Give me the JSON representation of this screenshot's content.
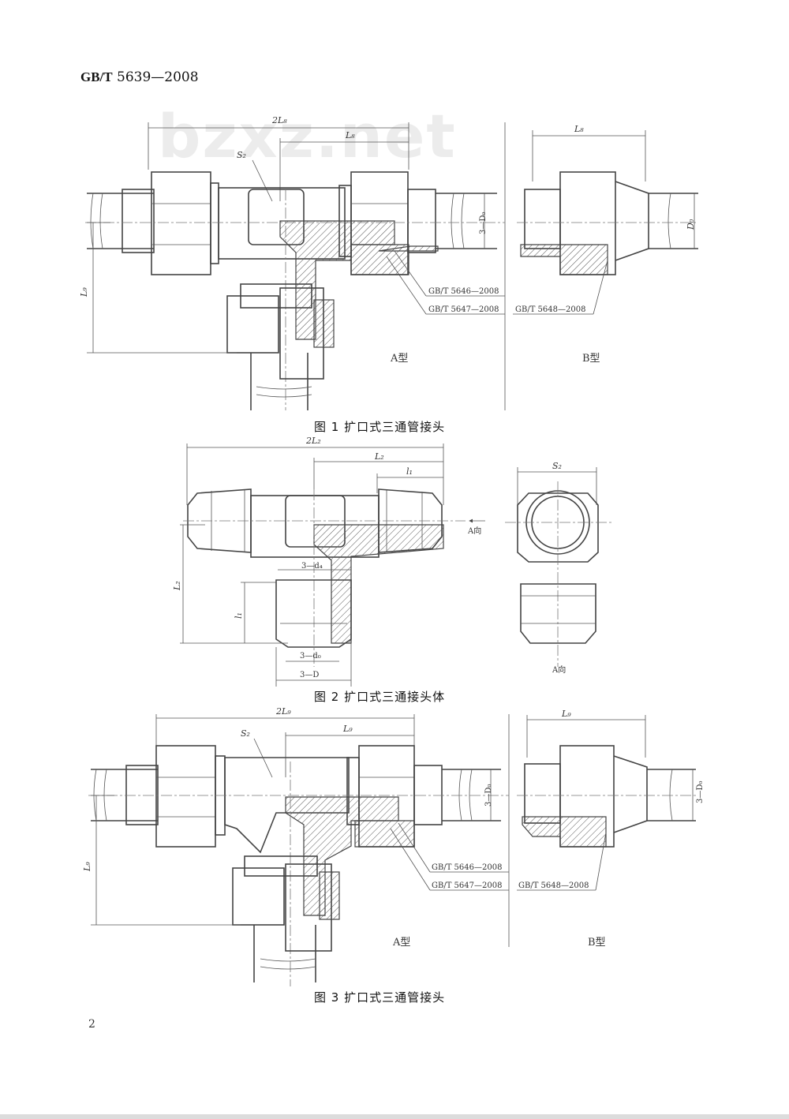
{
  "header": {
    "standard_prefix": "GB/T",
    "standard_number": "5639—2008"
  },
  "watermark": "bzxz.net",
  "figures": [
    {
      "caption": "图 1   扩口式三通管接头",
      "labels": {
        "dim_total": "2L₈",
        "dim_half": "L₈",
        "dim_side": "L₉",
        "wrench": "S₂",
        "dia": "3—D₀",
        "dim_right": "L₈",
        "dia_right": "D₀",
        "ref1": "GB/T 5646—2008",
        "ref2": "GB/T 5647—2008",
        "ref3": "GB/T 5648—2008",
        "type_a": "A型",
        "type_b": "B型"
      }
    },
    {
      "caption": "图 2   扩口式三通接头体",
      "labels": {
        "dim_total": "2L₂",
        "dim_half": "L₂",
        "dim_l1": "l₁",
        "dim_side": "L₂",
        "dim_l1_side": "l₁",
        "d4": "3—d₄",
        "d0": "3—d₀",
        "d": "3—D",
        "wrench": "S₂",
        "view_a": "A向",
        "view_a2": "A向"
      }
    },
    {
      "caption": "图 3   扩口式三通管接头",
      "labels": {
        "dim_total": "2L₉",
        "dim_half": "L₉",
        "dim_side": "L₉",
        "wrench": "S₂",
        "dia": "3—D₀",
        "dim_right": "L₉",
        "dia_right": "3—D₀",
        "ref1": "GB/T 5646—2008",
        "ref2": "GB/T 5647—2008",
        "ref3": "GB/T 5648—2008",
        "type_a": "A型",
        "type_b": "B型"
      }
    }
  ],
  "page_number": "2"
}
